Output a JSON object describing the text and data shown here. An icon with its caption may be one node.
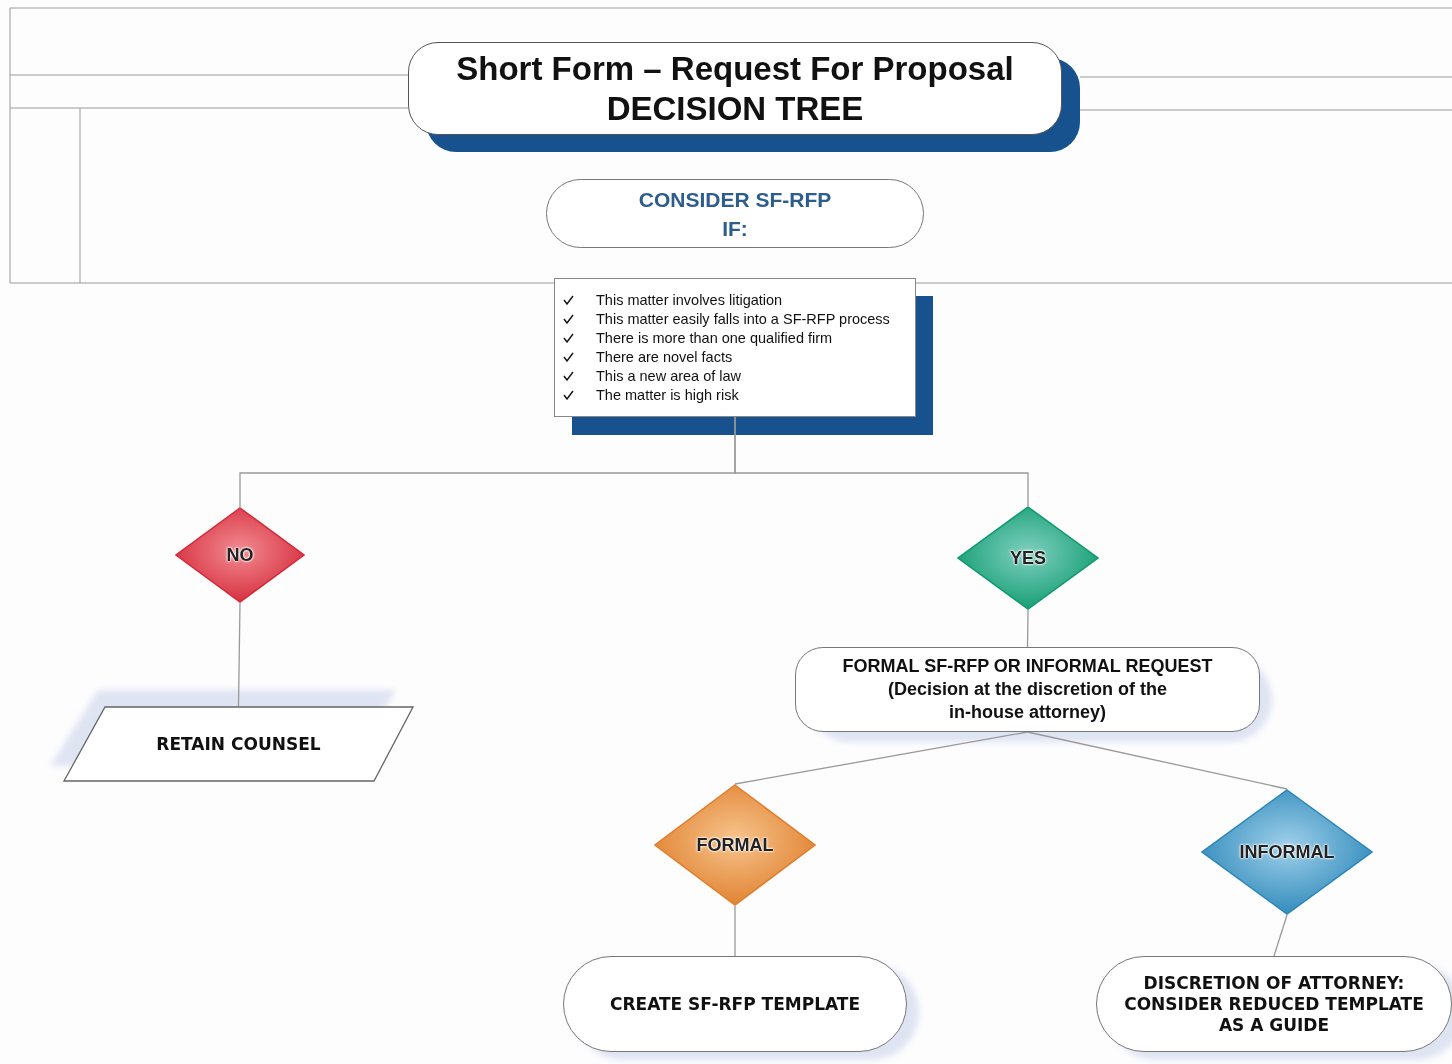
{
  "diagram": {
    "nodes": [
      {
        "text": [
          "Short Form – Request For Proposal",
          "DECISION TREE"
        ]
      },
      {
        "text": [
          "CONSIDER SF-RFP IF:"
        ]
      },
      {
        "text": [
          "This matter involves litigation",
          "This matter easily falls into a SF-RFP process",
          "There is more than one qualified firm",
          "There are novel facts",
          "This a new area of law",
          "The matter is high risk"
        ]
      },
      {
        "text": [
          "NO"
        ]
      },
      {
        "text": [
          "YES"
        ]
      },
      {
        "text": [
          "RETAIN COUNSEL"
        ]
      },
      {
        "text": [
          "FORMAL SF-RFP OR INFORMAL REQUEST",
          "(Decision at the discretion of the in-house attorney)"
        ]
      },
      {
        "text": [
          "FORMAL"
        ]
      },
      {
        "text": [
          "INFORMAL"
        ]
      },
      {
        "text": [
          "CREATE SF-RFP TEMPLATE"
        ]
      },
      {
        "text": [
          "DISCRETION OF ATTORNEY: CONSIDER REDUCED TEMPLATE AS A GUIDE"
        ]
      }
    ],
    "edges": [
      {
        "from": 2,
        "to": 3,
        "arrow": "none"
      },
      {
        "from": 2,
        "to": 4,
        "arrow": "none"
      },
      {
        "from": 3,
        "to": 5,
        "arrow": "none"
      },
      {
        "from": 4,
        "to": 6,
        "arrow": "none"
      },
      {
        "from": 6,
        "to": 7,
        "arrow": "none"
      },
      {
        "from": 6,
        "to": 8,
        "arrow": "none"
      },
      {
        "from": 7,
        "to": 9,
        "arrow": "none"
      },
      {
        "from": 8,
        "to": 10,
        "arrow": "none"
      }
    ]
  }
}
